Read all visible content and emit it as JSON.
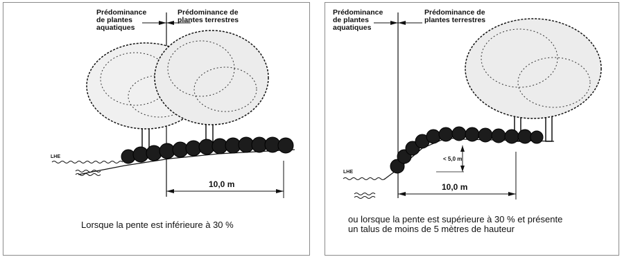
{
  "left_panel": {
    "label_aquatic": "Prédominance\nde plantes\naquatiques",
    "label_terrestrial": "Prédominance de\nplantes terrestres",
    "water_mark": "LHE",
    "distance": "10,0 m",
    "caption": "Lorsque la pente est inférieure à 30 %"
  },
  "right_panel": {
    "label_aquatic": "Prédominance\nde plantes\naquatiques",
    "label_terrestrial": "Prédominance de\nplantes terrestres",
    "water_mark": "LHE",
    "height": "< 5,0 m",
    "distance": "10,0 m",
    "caption": "ou lorsque la pente est supérieure à 30 % et présente\nun talus de moins de 5 mètres de hauteur"
  }
}
